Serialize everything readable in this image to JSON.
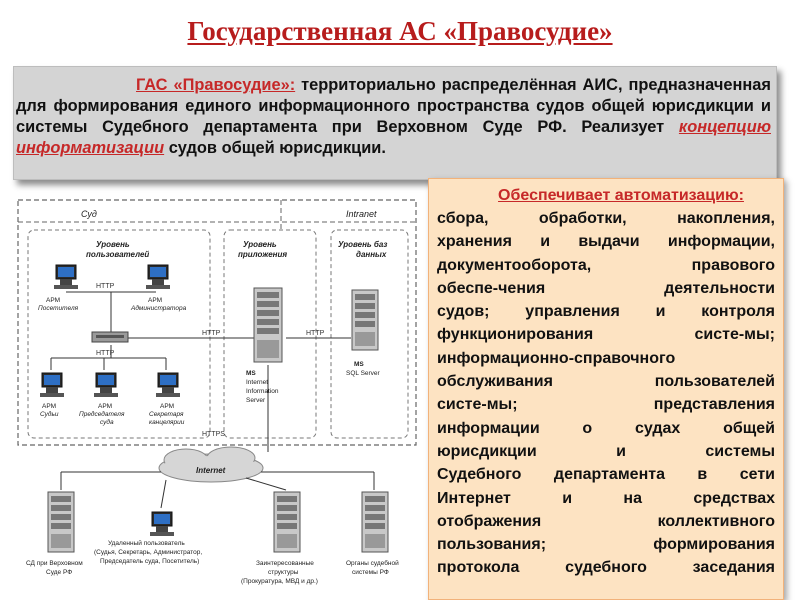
{
  "title": "Государственная АС «Правосудие»",
  "definition": {
    "lead": "ГАС «Правосудие»:",
    "text1": " территориально распределённая АИС, предназначенная для формирования единого информационного пространства судов общей юрисдикции и системы Судебного департамента при Верховном Суде РФ. Реализует ",
    "link": "концепцию информатизации",
    "text2": " судов общей юрисдикции."
  },
  "automation": {
    "heading": "Обеспечивает автоматизацию:",
    "lines": [
      "сбора, обработки, накопления,",
      "хранения и выдачи информации,",
      "документооборота, правового",
      "обеспе-чения деятельности",
      "судов; управления и контроля",
      "функционирования систе-мы;",
      "информационно-справочного",
      "обслуживания пользователей",
      "систе-мы; представления",
      "информации о судах общей",
      "юрисдикции и системы",
      "Судебного департамента в сети",
      "Интернет и на средствах",
      "отображения коллективного",
      "пользования; формирования",
      "протокола судебного заседания"
    ]
  },
  "diagram": {
    "court": "Суд",
    "intranet": "Intranet",
    "level_users": [
      "Уровень",
      "пользователей"
    ],
    "level_app": [
      "Уровень",
      "приложения"
    ],
    "level_db": [
      "Уровень баз",
      "данных"
    ],
    "http": "HTTP",
    "https": "HTTPS",
    "internet": "Internet",
    "arm_visitor": [
      "АРМ",
      "Посетителя"
    ],
    "arm_admin": [
      "АРМ",
      "Администратора"
    ],
    "arm_judge": [
      "АРМ",
      "Судьи"
    ],
    "arm_chair": [
      "АРМ",
      "Председателя",
      "суда"
    ],
    "arm_secretary": [
      "АРМ",
      "Секретаря",
      "канцелярии"
    ],
    "iis": [
      "MS",
      "Internet",
      "Information",
      "Server"
    ],
    "sql": [
      "MS",
      "SQL Server"
    ],
    "sd": [
      "СД при Верховном",
      "Суде РФ"
    ],
    "remote": [
      "Удаленный пользователь",
      "(Судья, Секретарь, Администратор,",
      "Председатель суда, Посетитель)"
    ],
    "interested": [
      "Заинтересованные",
      "структуры",
      "(Прокуратура, МВД и др.)"
    ],
    "organs": [
      "Органы судебной",
      "системы РФ"
    ]
  }
}
